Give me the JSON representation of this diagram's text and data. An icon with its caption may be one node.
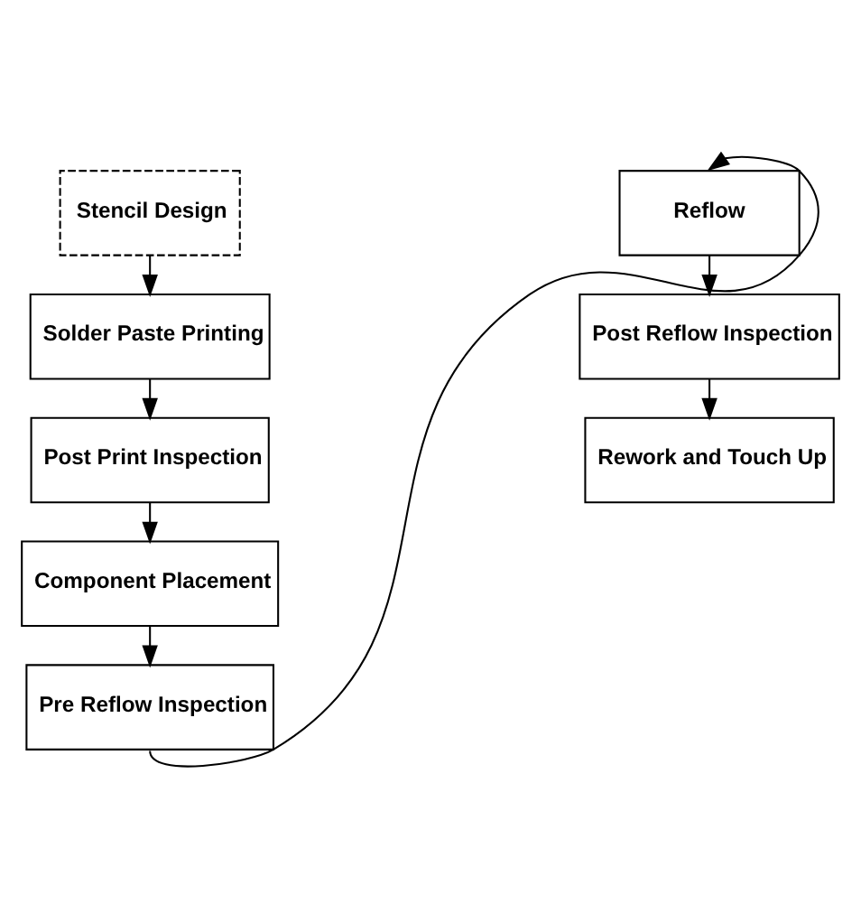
{
  "diagram": {
    "nodes": [
      {
        "text": [
          "Stencil Design"
        ]
      },
      {
        "text": [
          "Solder Paste Printing"
        ]
      },
      {
        "text": [
          "Post Print Inspection"
        ]
      },
      {
        "text": [
          "Component Placement"
        ]
      },
      {
        "text": [
          "Pre Reflow Inspection"
        ]
      },
      {
        "text": [
          "Reflow"
        ]
      },
      {
        "text": [
          "Post Reflow Inspection"
        ]
      },
      {
        "text": [
          "Rework and Touch Up"
        ]
      }
    ],
    "edges": [
      {
        "from": 0,
        "to": 1,
        "arrow": "to"
      },
      {
        "from": 1,
        "to": 2,
        "arrow": "to"
      },
      {
        "from": 2,
        "to": 3,
        "arrow": "to"
      },
      {
        "from": 3,
        "to": 4,
        "arrow": "to"
      },
      {
        "from": 4,
        "to": 5,
        "arrow": "to"
      },
      {
        "from": 5,
        "to": 6,
        "arrow": "to"
      },
      {
        "from": 6,
        "to": 7,
        "arrow": "to"
      }
    ]
  }
}
